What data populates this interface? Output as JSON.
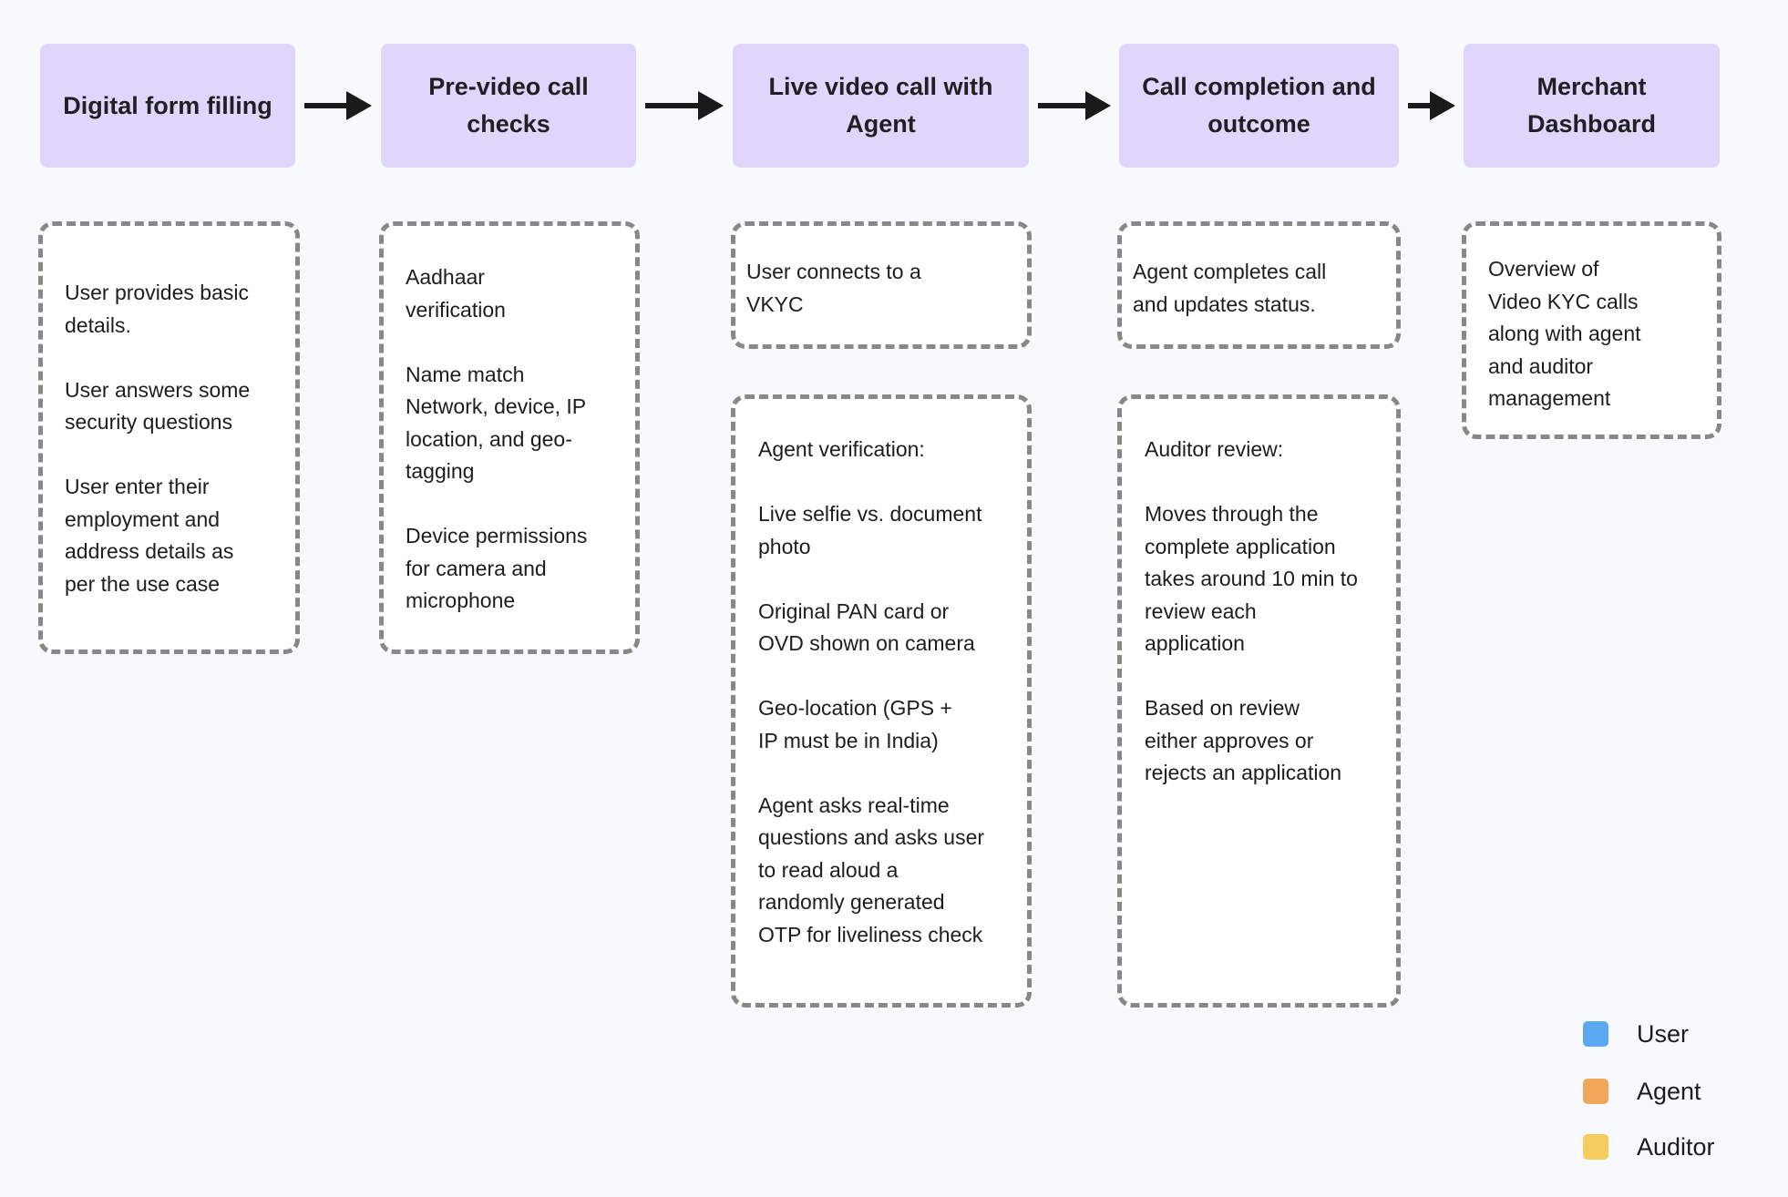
{
  "stages": [
    {
      "label": "Digital form filling"
    },
    {
      "label": "Pre-video call checks"
    },
    {
      "label": "Live video call with Agent"
    },
    {
      "label": "Call completion and outcome"
    },
    {
      "label": "Merchant Dashboard"
    }
  ],
  "boxes": {
    "form": {
      "role": "user",
      "lines": [
        "User provides basic\ndetails.",
        "User answers some\nsecurity questions",
        "User enter their\nemployment and\naddress details as\nper the use case"
      ]
    },
    "pre_call": {
      "role": "neutral",
      "lines": [
        "Aadhaar\nverification",
        "Name match\nNetwork, device, IP\nlocation, and geo-\ntagging",
        "Device permissions\nfor camera and\nmicrophone"
      ]
    },
    "connect": {
      "role": "user",
      "lines": [
        "User connects to a\nVKYC"
      ]
    },
    "agent_verification": {
      "role": "agent",
      "lines": [
        "Agent verification:",
        "Live selfie vs. document\nphoto",
        "Original PAN card or\nOVD shown on camera",
        "Geo-location (GPS +\nIP must be in India)",
        "Agent asks real-time\nquestions and asks user\nto read aloud a\nrandomly generated\nOTP for liveliness check"
      ]
    },
    "completion": {
      "role": "agent",
      "lines": [
        "Agent completes call\nand updates status."
      ]
    },
    "auditor_review": {
      "role": "auditor",
      "lines": [
        "Auditor review:",
        "Moves through the\ncomplete application\ntakes around 10 min to\nreview each\napplication",
        "Based on review\neither approves or\nrejects an application"
      ]
    },
    "dashboard": {
      "role": "neutral",
      "lines": [
        "Overview of\nVideo KYC calls\nalong with agent\nand auditor\nmanagement"
      ]
    }
  },
  "legend": [
    {
      "label": "User",
      "color": "#5aa8f2"
    },
    {
      "label": "Agent",
      "color": "#f0a75a"
    },
    {
      "label": "Auditor",
      "color": "#f5cd5f"
    }
  ],
  "colors": {
    "stage_fill": "#e0d6fb",
    "neutral_border": "#707070",
    "arrow": "#1a1a1a",
    "background": "#f8f9fe"
  }
}
